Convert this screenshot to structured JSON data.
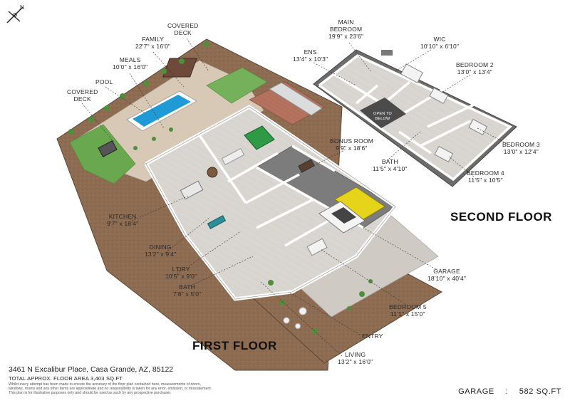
{
  "compass": {
    "label": "N"
  },
  "floors": {
    "first": "FIRST FLOOR",
    "second": "SECOND FLOOR"
  },
  "rooms": {
    "covered_deck_top": {
      "name": "COVERED",
      "name2": "DECK",
      "dim": ""
    },
    "family": {
      "name": "FAMILY",
      "dim": "22'7\" x 16'0\""
    },
    "meals": {
      "name": "MEALS",
      "dim": "10'0\" x 16'0\""
    },
    "pool": {
      "name": "POOL",
      "dim": ""
    },
    "covered_deck_left": {
      "name": "COVERED",
      "name2": "DECK",
      "dim": ""
    },
    "kitchen": {
      "name": "KITCHEN",
      "dim": "9'7\" x 18'4\""
    },
    "dining": {
      "name": "DINING",
      "dim": "13'2\" x 9'4\""
    },
    "laundry": {
      "name": "L'DRY",
      "dim": "10'5\" x 9'0\""
    },
    "bath_first": {
      "name": "BATH",
      "dim": "7'8\" x 5'0\""
    },
    "bonus_room": {
      "name": "BONUS ROOM",
      "dim": "9'9\" x 18'6\""
    },
    "bath_second": {
      "name": "BATH",
      "dim": "11'5\" x 4'10\""
    },
    "garage": {
      "name": "GARAGE",
      "dim": "18'10\" x 40'4\""
    },
    "bedroom5": {
      "name": "BEDROOM 5",
      "dim": "11'1\" x 15'0\""
    },
    "entry": {
      "name": "ENTRY",
      "dim": ""
    },
    "living": {
      "name": "LIVING",
      "dim": "13'2\" x 16'0\""
    },
    "main_bedroom": {
      "name": "MAIN",
      "name2": "BEDROOM",
      "dim": "19'9\" x 23'6\""
    },
    "ens": {
      "name": "ENS",
      "dim": "13'4\" x 10'3\""
    },
    "wic": {
      "name": "WIC",
      "dim": "10'10\" x 6'10\""
    },
    "bedroom2": {
      "name": "BEDROOM 2",
      "dim": "13'0\" x 13'4\""
    },
    "bedroom3": {
      "name": "BEDROOM 3",
      "dim": "13'0\" x 12'4\""
    },
    "bedroom4": {
      "name": "BEDROOM 4",
      "dim": "11'5\" x 10'5\""
    },
    "open_to_below": {
      "name": "OPEN TO",
      "name2": "BELOW",
      "dim": ""
    }
  },
  "footer": {
    "address": "3461 N Excalibur Place, Casa Grande, AZ, 85122",
    "total_area": "TOTAL APPROX. FLOOR AREA 3,403 SQ.FT",
    "disclaimer1": "Whilst every attempt has been made to ensure the accuracy of the floor plan contained here, measurements of doors,",
    "disclaimer2": "windows, rooms and any other items are approximate and no responsibility is taken for any error, omission, or misstatement.",
    "disclaimer3": "This plan is for illustrative purposes only and should be used as such by any prospective purchaser.",
    "garage_label": "GARAGE",
    "garage_sep": ":",
    "garage_value": "582 SQ.FT"
  },
  "colors": {
    "wall": "#ffffff",
    "floor_tile": "#d8d6d2",
    "floor_dark": "#7a7a7a",
    "grass": "#6aa84f",
    "pool": "#1e9ad6",
    "dirt": "#8c6a4f",
    "driveway": "#cfcac4",
    "car": "#e4d21a"
  }
}
